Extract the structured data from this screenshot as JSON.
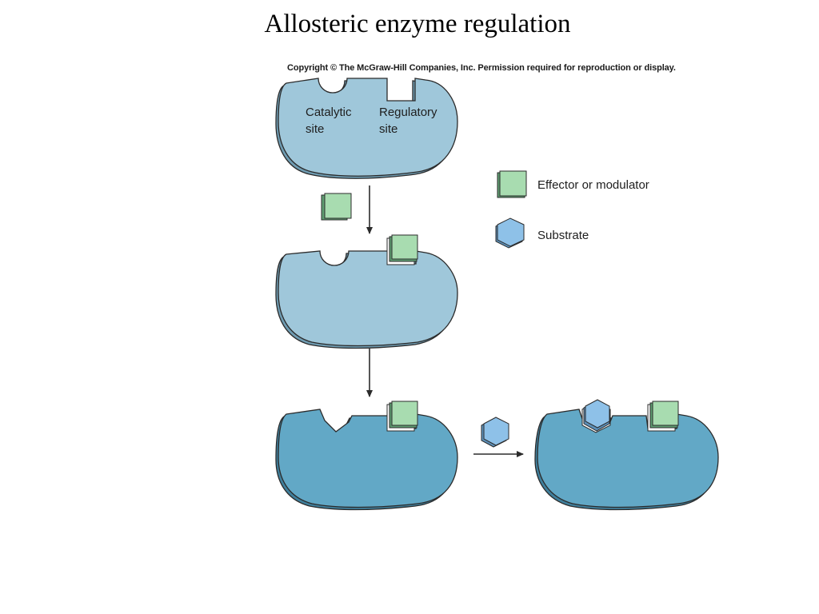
{
  "title": "Allosteric enzyme regulation",
  "copyright": "Copyright © The McGraw-Hill Companies, Inc. Permission required for reproduction or display.",
  "sites": {
    "catalytic_line1": "Catalytic",
    "catalytic_line2": "site",
    "regulatory_line1": "Regulatory",
    "regulatory_line2": "site"
  },
  "legend": {
    "effector": "Effector or modulator",
    "substrate": "Substrate"
  },
  "colors": {
    "enzyme_inactive": "#9fc7da",
    "enzyme_active": "#62a8c6",
    "effector": "#a8dcb0",
    "substrate": "#8ec1e8",
    "outline": "#2b2b2b"
  }
}
